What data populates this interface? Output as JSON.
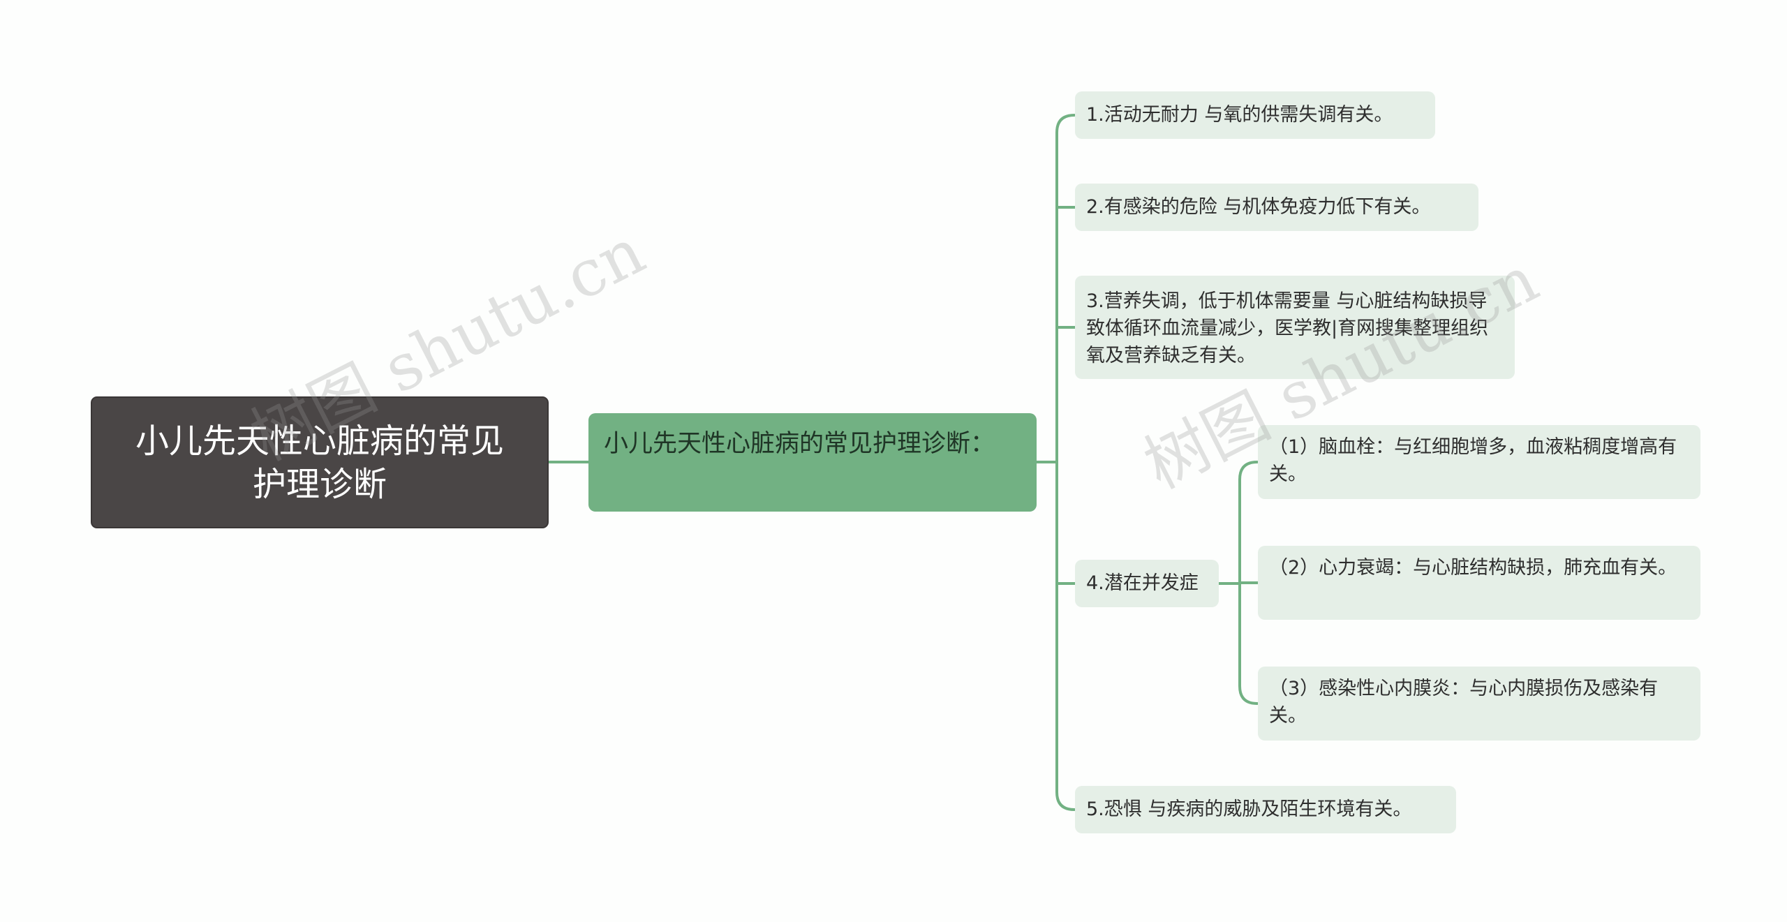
{
  "colors": {
    "root_bg": "#4a4646",
    "mid_bg": "#72b183",
    "leaf_bg": "#e5efe7",
    "connector": "#72b183"
  },
  "root": {
    "text": "小儿先天性心脏病的常见护理诊断"
  },
  "branch": {
    "text": "小儿先天性心脏病的常见护理诊断："
  },
  "items": [
    {
      "text": "1.活动无耐力 与氧的供需失调有关。"
    },
    {
      "text": "2.有感染的危险 与机体免疫力低下有关。"
    },
    {
      "text": "3.营养失调，低于机体需要量 与心脏结构缺损导致体循环血流量减少，医学教|育网搜集整理组织氧及营养缺乏有关。"
    },
    {
      "text": "4.潜在并发症"
    },
    {
      "text": "5.恐惧 与疾病的威胁及陌生环境有关。"
    }
  ],
  "subitems": [
    {
      "text": "（1）脑血栓：与红细胞增多，血液粘稠度增高有关。"
    },
    {
      "text": "（2）心力衰竭：与心脏结构缺损，肺充血有关。"
    },
    {
      "text": "（3）感染性心内膜炎：与心内膜损伤及感染有关。"
    }
  ],
  "watermark": "树图 shutu.cn"
}
